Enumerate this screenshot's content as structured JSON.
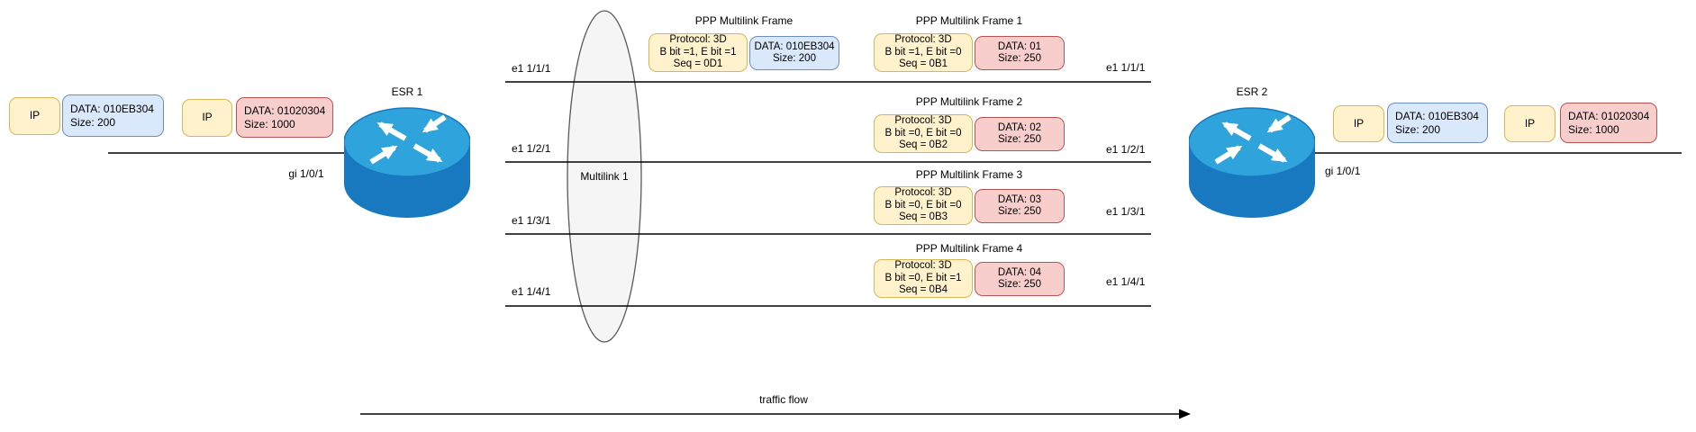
{
  "palette": {
    "yellow_fill": "#FFF2CC",
    "yellow_border": "#D6B656",
    "blue_fill": "#DAE8FC",
    "blue_border": "#6C8EBF",
    "red_fill": "#F8CECC",
    "red_border": "#B85450",
    "router_top": "#2FA4DC",
    "router_side": "#1878C0",
    "multilink_fill": "#F5F5F5",
    "line_color": "#000000"
  },
  "packets_left": [
    {
      "ip": "IP",
      "data_line1": "DATA: 010EB304",
      "data_line2": "Size: 200"
    },
    {
      "ip": "IP",
      "data_line1": "DATA: 01020304",
      "data_line2": "Size: 1000"
    }
  ],
  "packets_right": [
    {
      "ip": "IP",
      "data_line1": "DATA: 010EB304",
      "data_line2": "Size: 200"
    },
    {
      "ip": "IP",
      "data_line1": "DATA: 01020304",
      "data_line2": "Size: 1000"
    }
  ],
  "router_left": {
    "name": "ESR 1",
    "interface": "gi 1/0/1"
  },
  "router_right": {
    "name": "ESR 2",
    "interface": "gi 1/0/1"
  },
  "multilink_label": "Multilink 1",
  "link_labels_left": [
    "e1 1/1/1",
    "e1 1/2/1",
    "e1 1/3/1",
    "e1 1/4/1"
  ],
  "link_labels_right": [
    "e1 1/1/1",
    "e1 1/2/1",
    "e1 1/3/1",
    "e1 1/4/1"
  ],
  "frames": [
    {
      "title": "PPP Multilink Frame",
      "h1": "Protocol: 3D",
      "h2": "B bit =1, E bit =1",
      "h3": "Seq = 0D1",
      "d1": "DATA: 010EB304",
      "d2": "Size: 200"
    },
    {
      "title": "PPP Multilink Frame 1",
      "h1": "Protocol: 3D",
      "h2": "B bit =1, E bit =0",
      "h3": "Seq = 0B1",
      "d1": "DATA: 01",
      "d2": "Size: 250"
    },
    {
      "title": "PPP Multilink Frame 2",
      "h1": "Protocol: 3D",
      "h2": "B bit =0, E bit =0",
      "h3": "Seq = 0B2",
      "d1": "DATA: 02",
      "d2": "Size: 250"
    },
    {
      "title": "PPP Multilink Frame 3",
      "h1": "Protocol: 3D",
      "h2": "B bit =0, E bit =0",
      "h3": "Seq = 0B3",
      "d1": "DATA: 03",
      "d2": "Size: 250"
    },
    {
      "title": "PPP Multilink Frame 4",
      "h1": "Protocol: 3D",
      "h2": "B bit =0, E bit =1",
      "h3": "Seq = 0B4",
      "d1": "DATA: 04",
      "d2": "Size: 250"
    }
  ],
  "traffic_flow_label": "traffic flow"
}
